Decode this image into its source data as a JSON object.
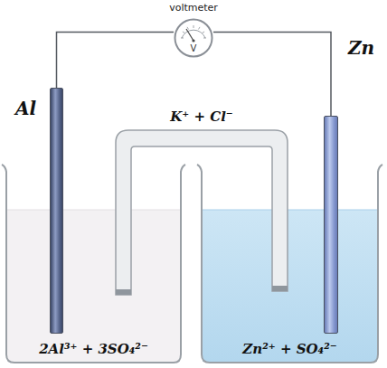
{
  "diagram": {
    "nodes": [
      {
        "text": [
          "voltmeter",
          "V"
        ]
      },
      {
        "text": [
          "Al"
        ]
      },
      {
        "text": [
          "K⁺ + Cl⁻"
        ]
      },
      {
        "text": [
          "Zn"
        ]
      },
      {
        "text": [
          "2Al³⁺ + 3SO₄²⁻"
        ]
      },
      {
        "text": [
          "Zn²⁺ + SO₄²⁻"
        ]
      }
    ],
    "edges": [
      {
        "from": 0,
        "to": 1,
        "arrow": "none"
      },
      {
        "from": 0,
        "to": 3,
        "arrow": "none"
      }
    ]
  }
}
